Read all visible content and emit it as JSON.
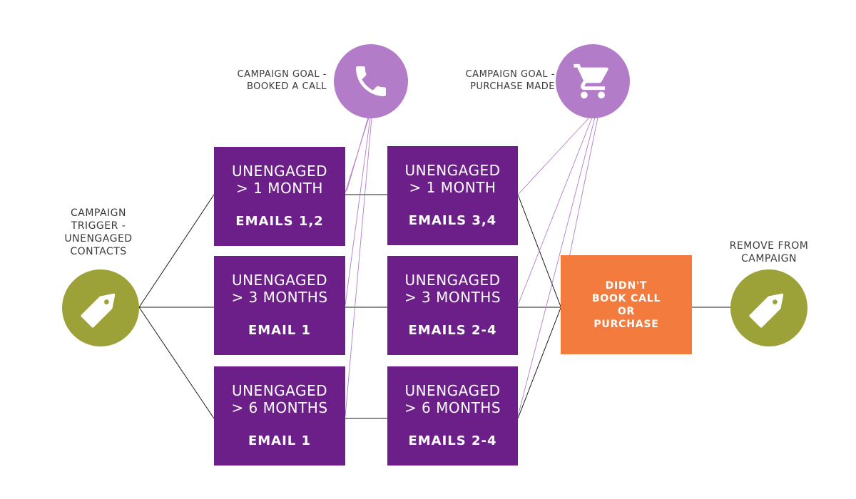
{
  "trigger": {
    "label": "CAMPAIGN\nTRIGGER -\nUNENGAGED\nCONTACTS",
    "icon": "tag-icon"
  },
  "goals": [
    {
      "label": "CAMPAIGN GOAL -\nBOOKED A CALL",
      "icon": "phone-icon"
    },
    {
      "label": "CAMPAIGN GOAL -\nPURCHASE MADE",
      "icon": "shopping-cart-icon"
    }
  ],
  "column1": [
    {
      "segment": "UNENGAGED\n> 1 MONTH",
      "emails": "EMAILS 1,2"
    },
    {
      "segment": "UNENGAGED\n> 3 MONTHS",
      "emails": "EMAIL 1"
    },
    {
      "segment": "UNENGAGED\n> 6 MONTHS",
      "emails": "EMAIL 1"
    }
  ],
  "column2": [
    {
      "segment": "UNENGAGED\n> 1 MONTH",
      "emails": "EMAILS 3,4"
    },
    {
      "segment": "UNENGAGED\n> 3 MONTHS",
      "emails": "EMAILS 2-4"
    },
    {
      "segment": "UNENGAGED\n> 6 MONTHS",
      "emails": "EMAILS 2-4"
    }
  ],
  "outcome": {
    "label": "DIDN'T\nBOOK CALL\nOR\nPURCHASE"
  },
  "exit": {
    "label": "REMOVE FROM\nCAMPAIGN",
    "icon": "tag-icon"
  },
  "colors": {
    "box": "#6c1f88",
    "goal_circle": "#b37cc9",
    "tag_circle": "#9ca237",
    "outcome_box": "#f47b3e",
    "connector": "#1a1a1a",
    "goal_connector": "#b37cc9"
  }
}
